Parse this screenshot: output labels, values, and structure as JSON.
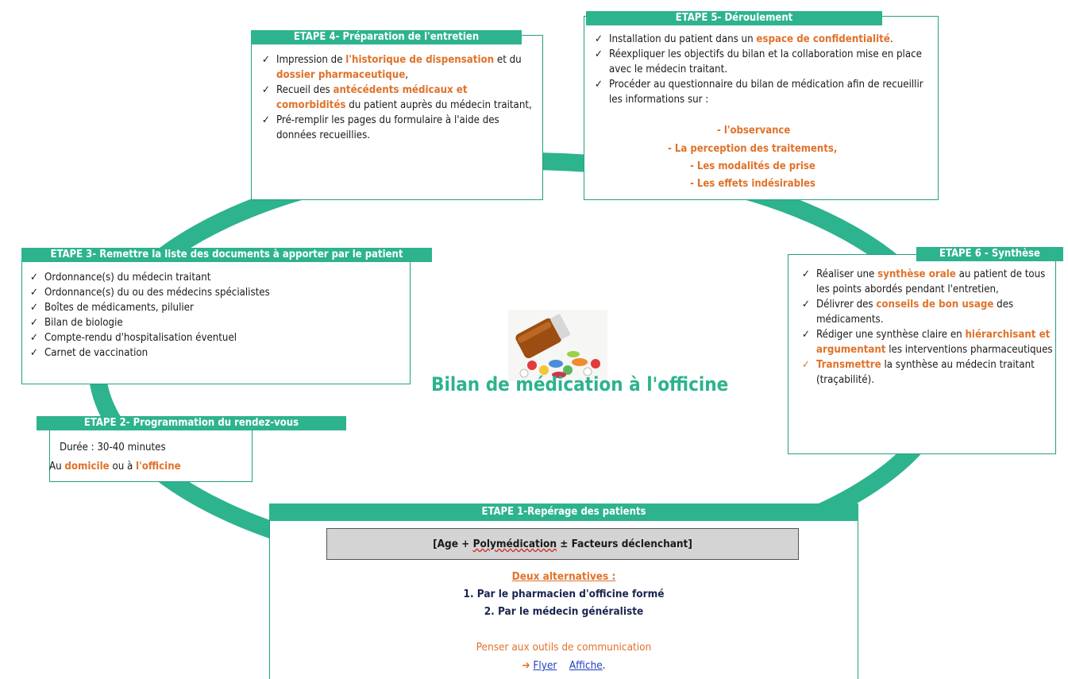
{
  "center": {
    "title": "Bilan de médication à l'officine",
    "image": "medication-bottle-pills"
  },
  "steps": {
    "step1": {
      "header": "ETAPE 1-Repérage des patients",
      "criteria": {
        "prefix": "[Age + ",
        "emphasis": "Polymédication",
        "suffix": " ± Facteurs déclenchant]"
      },
      "alternatives_title": "Deux alternatives :",
      "alternatives": [
        "1. Par le pharmacien d'officine formé",
        "2. Par le médecin généraliste"
      ],
      "tools_text": "Penser aux outils de communication",
      "arrow": "➔",
      "links": [
        "Flyer",
        "Affiche"
      ],
      "link_suffix": "."
    },
    "step2": {
      "header": "ETAPE 2- Programmation du rendez-vous",
      "duration": "Durée : 30-40 minutes",
      "place": {
        "a": "Au ",
        "b": "domicile",
        "c": " ou à ",
        "d": "l'officine"
      }
    },
    "step3": {
      "header": "ETAPE 3- Remettre la liste des documents à apporter par le patient",
      "items": [
        "Ordonnance(s) du médecin traitant",
        "Ordonnance(s) du ou des médecins spécialistes",
        "Boîtes de médicaments, pilulier",
        "Bilan de biologie",
        "Compte-rendu d'hospitalisation éventuel",
        "Carnet de vaccination"
      ]
    },
    "step4": {
      "header": "ETAPE 4- Préparation  de l'entretien",
      "item1": {
        "a": "Impression de ",
        "b": "l'historique de dispensation",
        "c": " et du ",
        "d": "dossier pharmaceutique",
        "e": ","
      },
      "item2": {
        "a": "Recueil des ",
        "b": "antécédents médicaux et comorbidités",
        "c": " du patient auprès du médecin traitant,"
      },
      "item3": "Pré-remplir les pages du formulaire à l'aide des données recueillies."
    },
    "step5": {
      "header": "ETAPE 5- Déroulement",
      "item1": {
        "a": "Installation du patient dans un ",
        "b": "espace de confidentialité",
        "c": "."
      },
      "item2": "Réexpliquer les objectifs du bilan et la collaboration mise en place avec le médecin traitant.",
      "item3": "Procéder au questionnaire du bilan de médication afin de recueillir les informations sur :",
      "subitems": [
        "-    l'observance",
        "-    La perception des traitements,",
        "-    Les modalités de prise",
        "-    Les effets indésirables"
      ]
    },
    "step6": {
      "header": "ETAPE 6 - Synthèse",
      "item1": {
        "a": "Réaliser une ",
        "b": "synthèse orale",
        "c": " au patient de tous les points abordés pendant l'entretien,"
      },
      "item2": {
        "a": "Délivrer des ",
        "b": "conseils de bon usage",
        "c": " des médicaments."
      },
      "item3": {
        "a": "Rédiger une synthèse claire en ",
        "b": "hiérarchisant et argumentant",
        "c": " les interventions pharmaceutiques"
      },
      "item4": {
        "a": "Transmettre",
        "b": " la synthèse au médecin traitant (traçabilité)."
      }
    }
  },
  "check_glyph": "✓",
  "colors": {
    "accent": "#2db38e",
    "highlight": "#e0722a",
    "link": "#1f3fbf"
  }
}
